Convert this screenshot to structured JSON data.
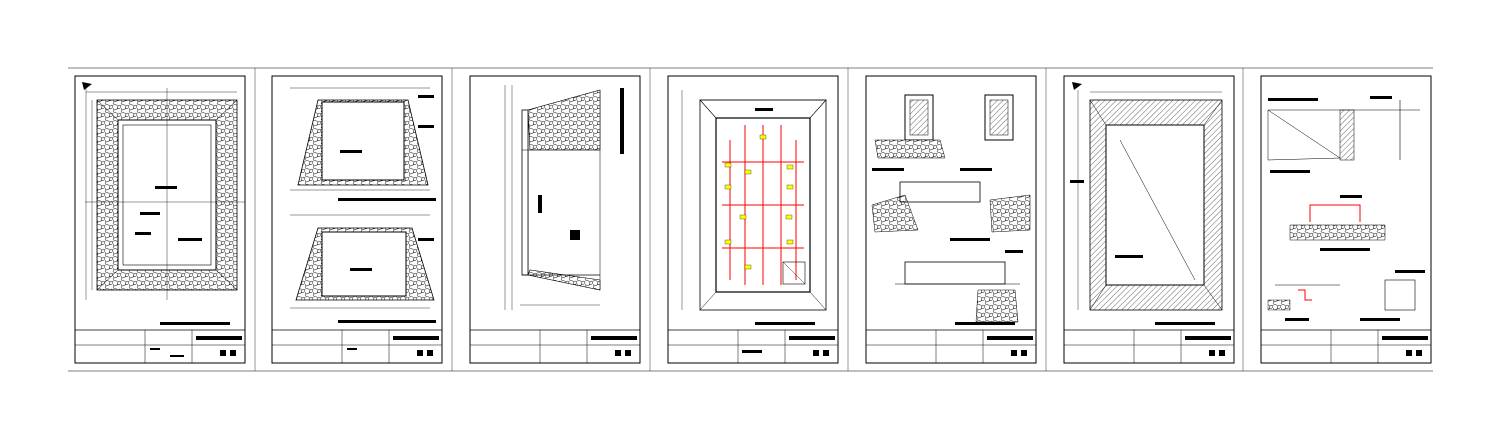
{
  "drawing": {
    "background": "#ffffff",
    "line_color": "#000000",
    "accent_color": "#ff0000",
    "highlight_color": "#ffff00"
  },
  "sheets": [
    {
      "id": "sheet-1",
      "kind": "plan-with-stone-masonry"
    },
    {
      "id": "sheet-2",
      "kind": "two-sections-trapezoid"
    },
    {
      "id": "sheet-3",
      "kind": "half-section"
    },
    {
      "id": "sheet-4",
      "kind": "reinforcement-plan"
    },
    {
      "id": "sheet-5",
      "kind": "details"
    },
    {
      "id": "sheet-6",
      "kind": "plan-diagonal"
    },
    {
      "id": "sheet-7",
      "kind": "small-details"
    }
  ]
}
